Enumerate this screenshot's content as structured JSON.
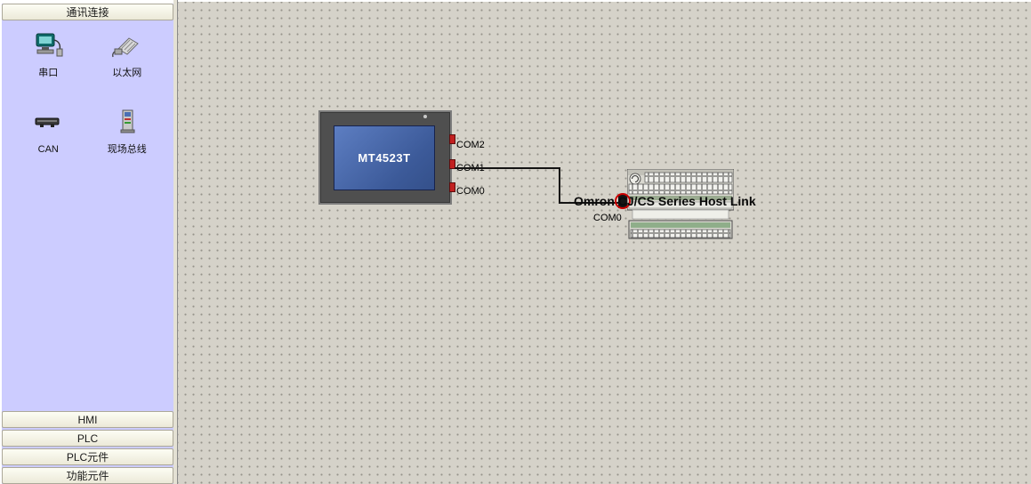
{
  "sidebar": {
    "header": "通讯连接",
    "tools": [
      {
        "id": "serial",
        "label": "串口"
      },
      {
        "id": "ethernet",
        "label": "以太网"
      },
      {
        "id": "can",
        "label": "CAN"
      },
      {
        "id": "fieldbus",
        "label": "现场总线"
      }
    ],
    "sections": [
      "HMI",
      "PLC",
      "PLC元件",
      "功能元件"
    ]
  },
  "diagram": {
    "hmi": {
      "model": "MT4523T",
      "ports": [
        "COM2",
        "COM1",
        "COM0"
      ]
    },
    "connection": {
      "label": "Omron CJ/CS Series Host Link",
      "plc_port": "COM0"
    },
    "colors": {
      "sidebar_bg": "#ccccff",
      "canvas_bg": "#d5d2c9",
      "screen_blue": "#3c5a99",
      "port_red": "#c22020",
      "highlight_red": "#cc0000"
    }
  }
}
